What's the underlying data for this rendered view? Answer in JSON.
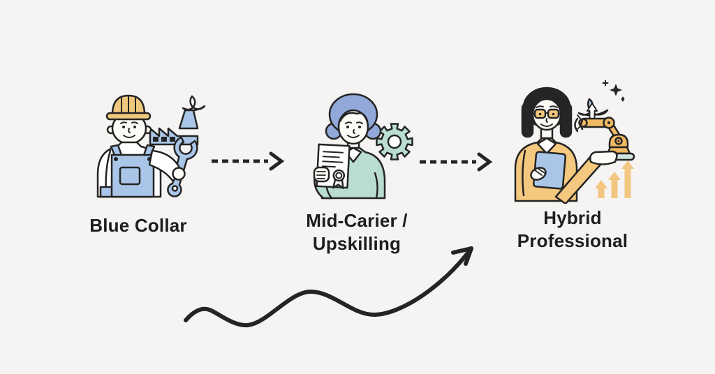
{
  "page": {
    "type": "career-progression-diagram",
    "description": "Illustrated flow from Blue Collar worker to Hybrid Professional via upskilling"
  },
  "colors": {
    "background": "#f5f4f2",
    "ink": "#242424",
    "text": "#1d1d1e",
    "white": "#ffffff",
    "skin": "#fefcf7",
    "blue": "#a9c6e8",
    "teal": "#b9ddd1",
    "periwinkle": "#91a8d8",
    "hat": "#eec97d",
    "hair": "#252525",
    "sweater": "#f5c87f",
    "robot": "#f0ba62",
    "lens": "#f3c87d",
    "growth": "#f3c681",
    "base": "#cfe4e0"
  },
  "stages": [
    {
      "id": "blue-collar",
      "label": "Blue Collar",
      "label_lines": [
        "Blue Collar",
        ""
      ],
      "illustration": "factory-worker-with-hard-hat-wrench-factory-and-smoke"
    },
    {
      "id": "mid-carier-upskilling",
      "label": "Mid-Carier / Upskilling",
      "label_lines": [
        "Mid-Carier /",
        "Upskilling"
      ],
      "illustration": "woman-holding-certificate-with-gear"
    },
    {
      "id": "hybrid-professional",
      "label": "Hybrid Professional",
      "label_lines": [
        "Hybrid",
        "Professional"
      ],
      "illustration": "woman-with-safety-glasses-tablet-robot-arm-cloud-upload-sparkles-growth-arrows"
    }
  ],
  "connectors": [
    {
      "from": "blue-collar",
      "to": "mid-carier-upskilling",
      "style": "dashed-arrow-right"
    },
    {
      "from": "mid-carier-upskilling",
      "to": "hybrid-professional",
      "style": "dashed-arrow-right"
    }
  ],
  "trend_arrow": {
    "shape": "wavy-ascending-arrow",
    "direction": "up-right"
  }
}
